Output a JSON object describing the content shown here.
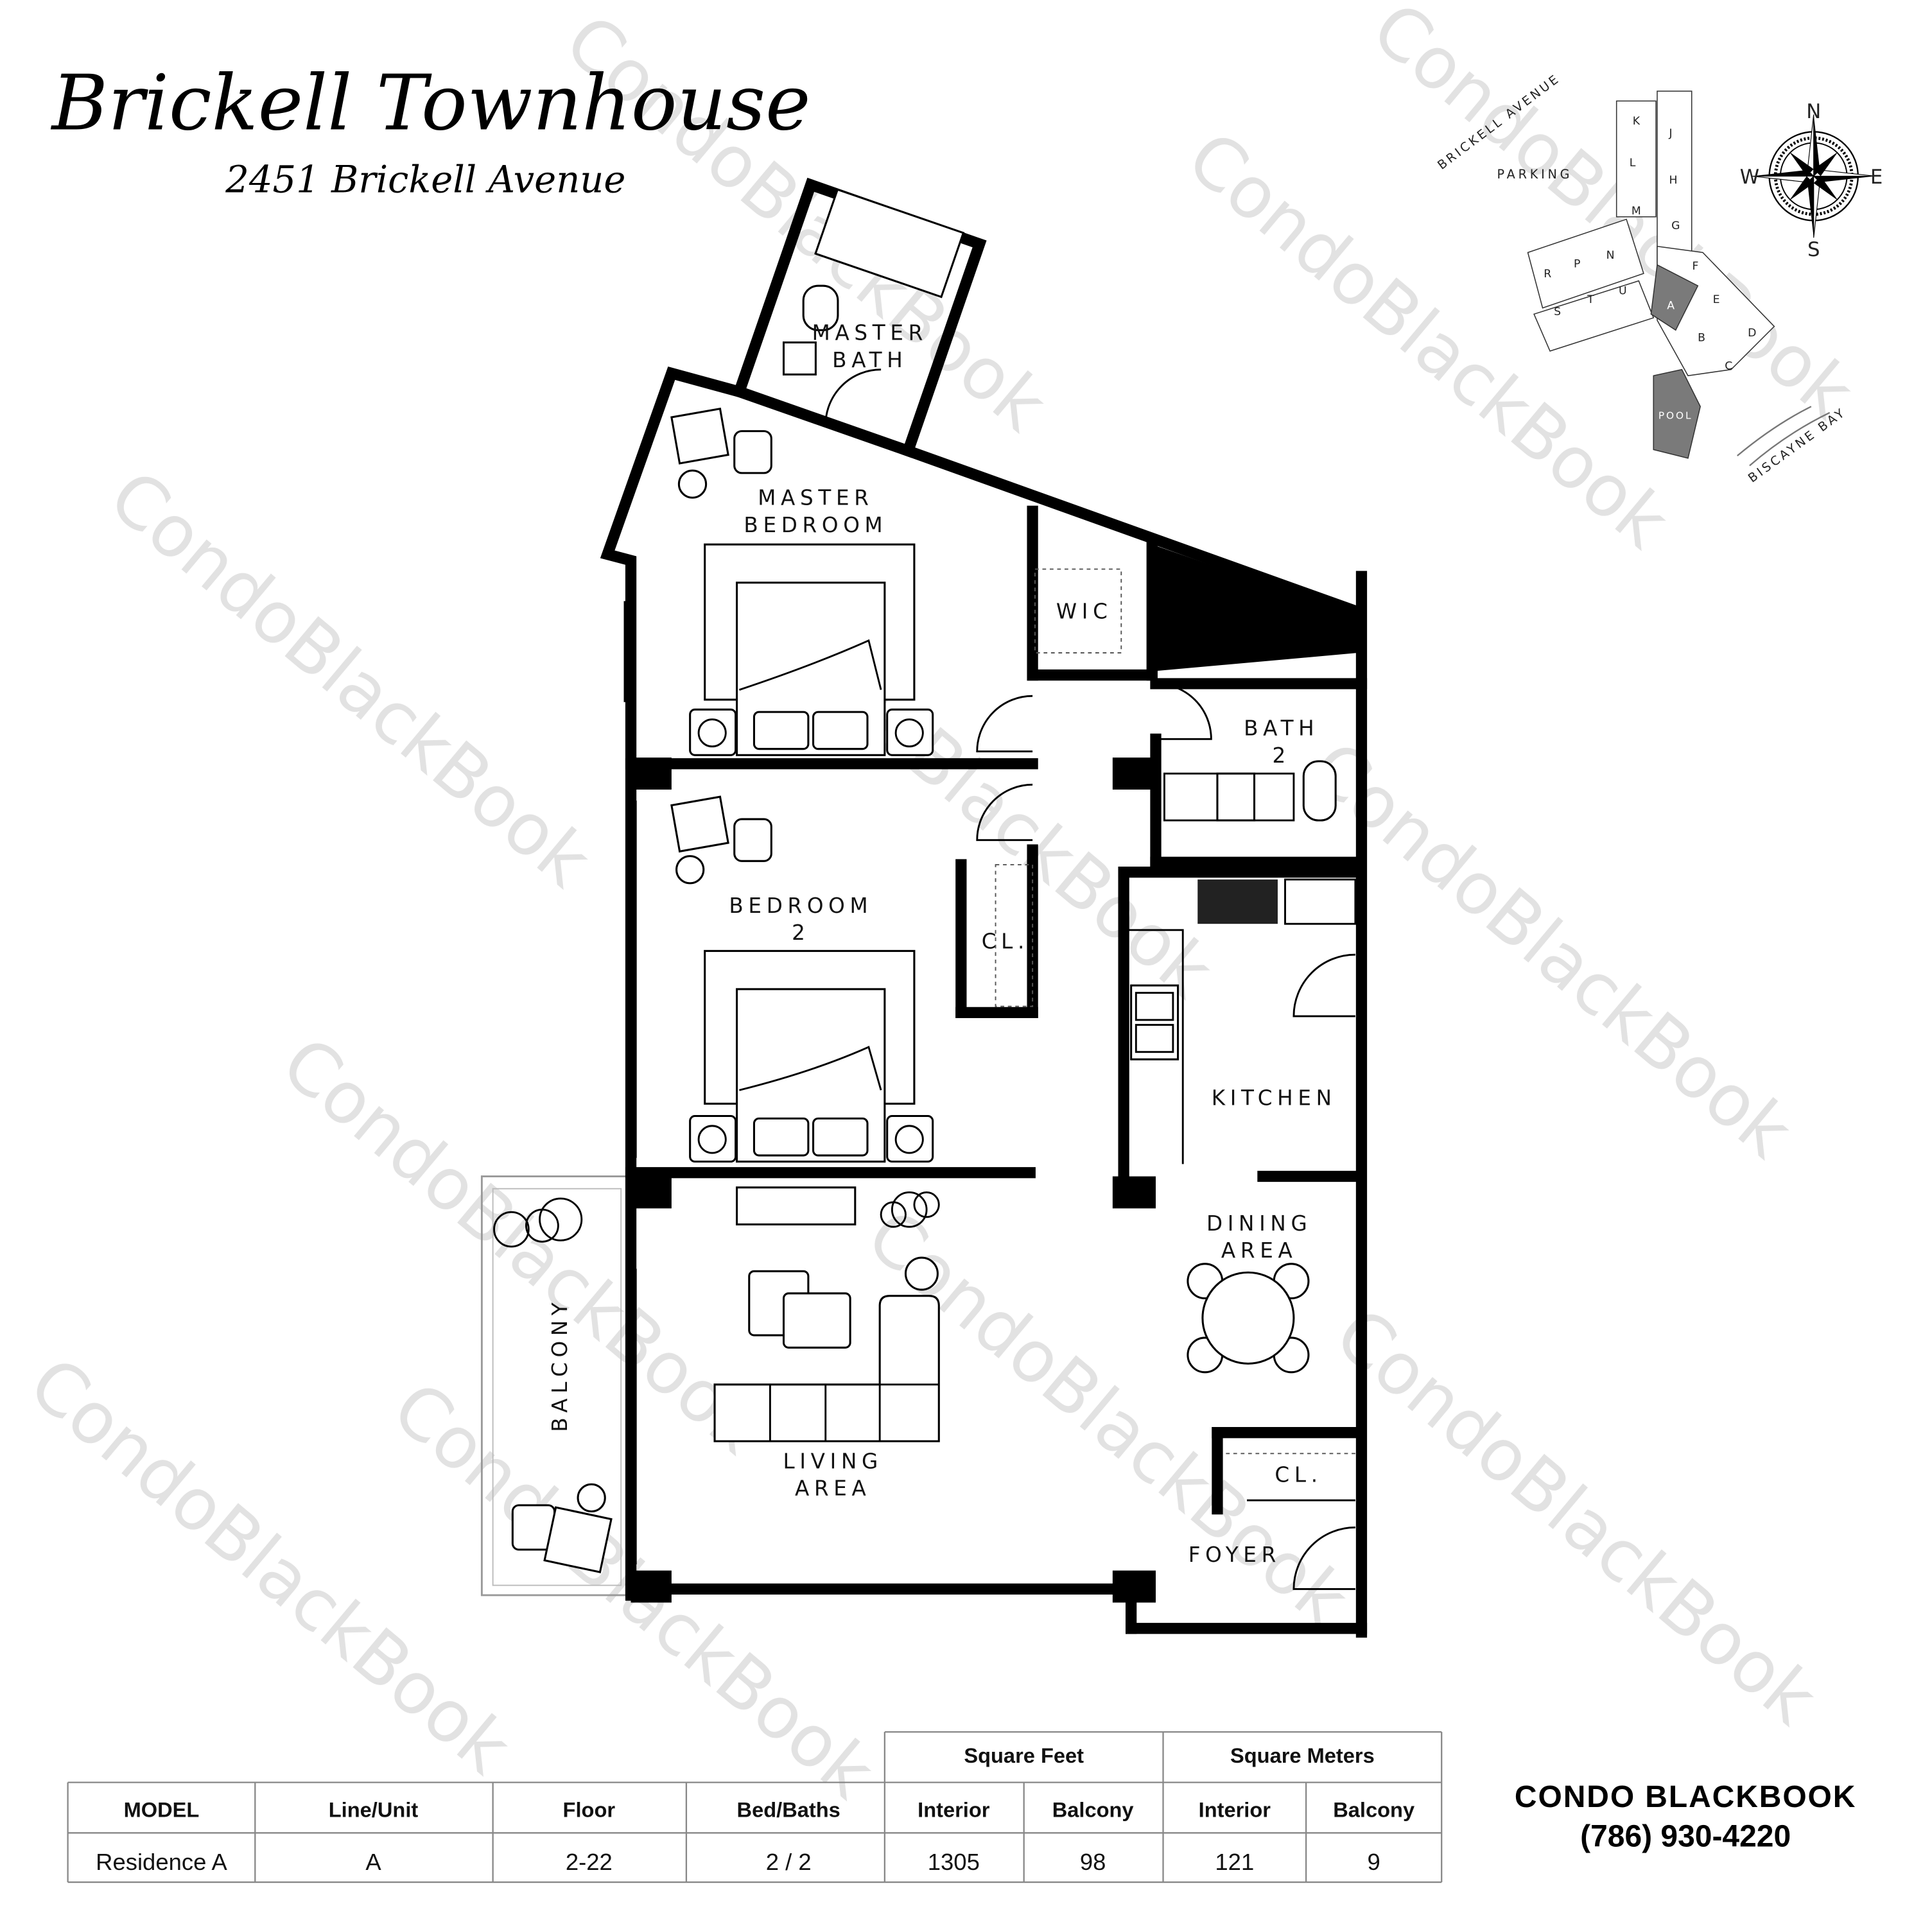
{
  "header": {
    "title": "Brickell Townhouse",
    "address": "2451 Brickell Avenue"
  },
  "rooms": {
    "master_bath": [
      "MASTER",
      "BATH"
    ],
    "master_bedroom": [
      "MASTER",
      "BEDROOM"
    ],
    "wic": "WIC",
    "bath2": [
      "BATH",
      "2"
    ],
    "bedroom2": [
      "BEDROOM",
      "2"
    ],
    "closet_bed2": "CL.",
    "kitchen": "KITCHEN",
    "dining": [
      "DINING",
      "AREA"
    ],
    "closet_foyer": "CL.",
    "foyer": "FOYER",
    "living": [
      "LIVING",
      "AREA"
    ],
    "balcony": "BALCONY"
  },
  "key_plan": {
    "street": "BRICKELL AVENUE",
    "parking": "PARKING",
    "bay": "BISCAYNE BAY",
    "pool": "POOL",
    "units": [
      "K",
      "J",
      "L",
      "H",
      "M",
      "G",
      "N",
      "F",
      "P",
      "R",
      "U",
      "E",
      "T",
      "S",
      "A",
      "D",
      "B",
      "C"
    ],
    "highlighted_unit": "A",
    "highlight_color": "#7a7a7a",
    "compass": {
      "n": "N",
      "e": "E",
      "s": "S",
      "w": "W"
    }
  },
  "table": {
    "group_headers": [
      "Square Feet",
      "Square Meters"
    ],
    "columns": [
      "MODEL",
      "Line/Unit",
      "Floor",
      "Bed/Baths",
      "Interior",
      "Balcony",
      "Interior",
      "Balcony"
    ],
    "rows": [
      [
        "Residence A",
        "A",
        "2-22",
        "2 / 2",
        "1305",
        "98",
        "121",
        "9"
      ]
    ]
  },
  "brand": {
    "name_light": "CONDO ",
    "name_bold": "BLACKBOOK",
    "phone": "(786) 930-4220"
  },
  "watermark": "CondoBlackBook"
}
